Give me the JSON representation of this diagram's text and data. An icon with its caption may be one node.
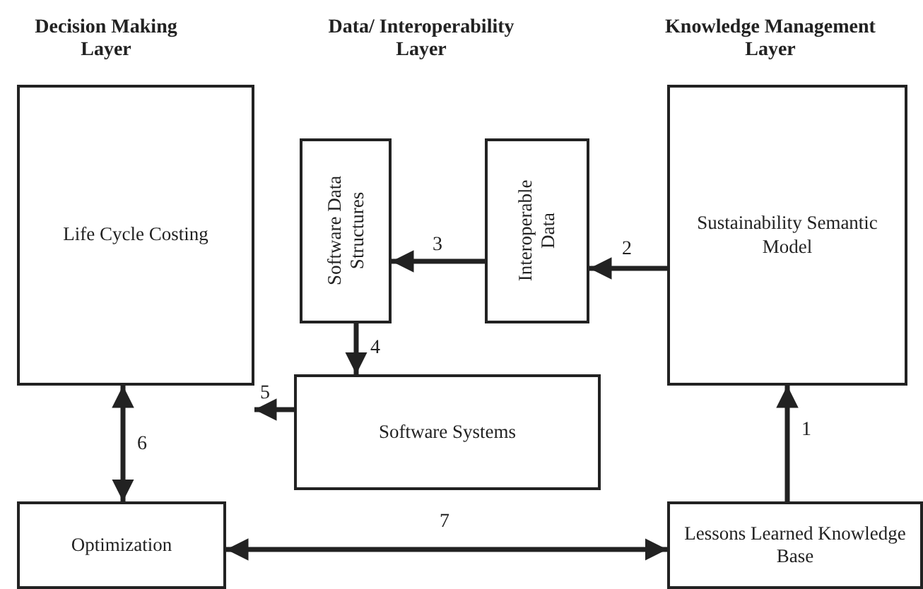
{
  "diagram": {
    "nodes": [
      {
        "text": [
          "Life Cycle Costing"
        ]
      },
      {
        "text": [
          "Software Data Structures"
        ]
      },
      {
        "text": [
          "Interoperable Data"
        ]
      },
      {
        "text": [
          "Sustainability Semantic Model"
        ]
      },
      {
        "text": [
          "Software Systems"
        ]
      },
      {
        "text": [
          "Optimization"
        ]
      },
      {
        "text": [
          "Lessons Learned Knowledge Base"
        ]
      }
    ],
    "edges": [
      {
        "from": 6,
        "to": 3,
        "arrow": "to",
        "label": "1"
      },
      {
        "from": 3,
        "to": 2,
        "arrow": "to",
        "label": "2"
      },
      {
        "from": 2,
        "to": 1,
        "arrow": "to",
        "label": "3"
      },
      {
        "from": 1,
        "to": 4,
        "arrow": "to",
        "label": "4"
      },
      {
        "from": 4,
        "to": 0,
        "arrow": "to",
        "label": "5"
      },
      {
        "from": 0,
        "to": 5,
        "arrow": "both",
        "label": "6"
      },
      {
        "from": 5,
        "to": 6,
        "arrow": "both",
        "label": "7"
      }
    ],
    "labels": [
      "Decision Making Layer",
      "Data/ Interoperability Layer",
      "Knowledge Management Layer"
    ]
  }
}
